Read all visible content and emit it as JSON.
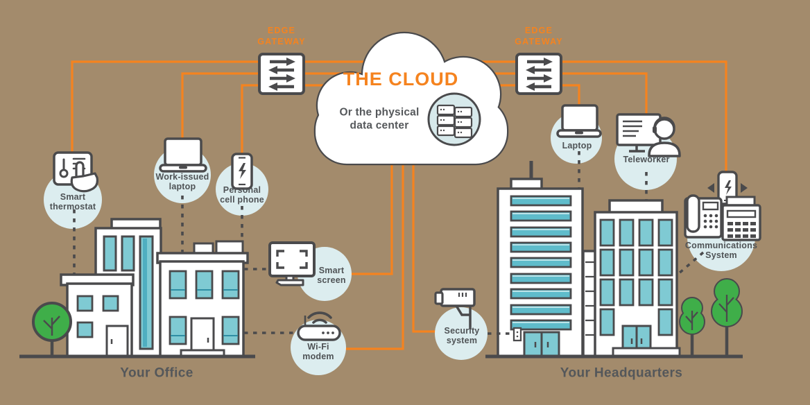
{
  "colors": {
    "background": "#A38B6C",
    "accent_orange": "#F5831F",
    "outline_gray": "#4A4A4C",
    "window_teal": "#5FBCCB",
    "window_teal_light": "#7FCAD3",
    "bubble_blue": "#DCEDEF",
    "tree_green": "#3FAE49",
    "label_gray": "#4F5356"
  },
  "cloud": {
    "title": "THE CLOUD",
    "subtitle": "Or the physical\ndata center",
    "icon": "server-stack-icon"
  },
  "gateways": {
    "left": {
      "label": "EDGE\nGATEWAY",
      "icon": "network-switch-icon"
    },
    "right": {
      "label": "EDGE\nGATEWAY",
      "icon": "network-switch-icon"
    }
  },
  "office": {
    "site_label": "Your Office",
    "devices": [
      {
        "label": "Smart\nthermostat",
        "icon": "thermostat-icon"
      },
      {
        "label": "Work-issued\nlaptop",
        "icon": "laptop-icon"
      },
      {
        "label": "Personal\ncell phone",
        "icon": "cell-phone-icon"
      },
      {
        "label": "Smart\nscreen",
        "icon": "smart-screen-icon"
      },
      {
        "label": "Wi-Fi\nmodem",
        "icon": "wifi-router-icon"
      }
    ]
  },
  "headquarters": {
    "site_label": "Your Headquarters",
    "devices": [
      {
        "label": "Laptop",
        "icon": "laptop-icon"
      },
      {
        "label": "Teleworker",
        "icon": "teleworker-icon"
      },
      {
        "label": "Communications\nSystem",
        "icon": "phone-system-icon"
      },
      {
        "label": "Security\nsystem",
        "icon": "cctv-camera-icon"
      }
    ]
  }
}
